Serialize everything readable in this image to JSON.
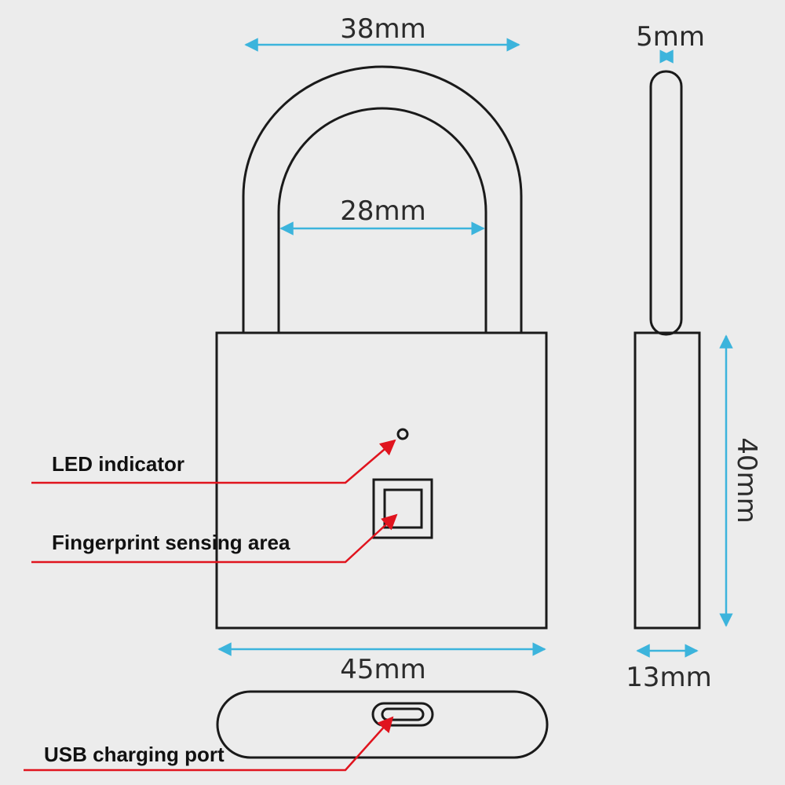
{
  "dimensions": {
    "shackle_outer_width": "38mm",
    "shackle_inner_width": "28mm",
    "shackle_thickness": "5mm",
    "body_height": "40mm",
    "body_width": "45mm",
    "body_depth": "13mm"
  },
  "callouts": {
    "led": "LED indicator",
    "fingerprint": "Fingerprint sensing area",
    "usb": "USB charging port"
  },
  "colors": {
    "dimension_arrow": "#3cb4dc",
    "callout_line": "#e0141e",
    "outline": "#1a1a1a",
    "background": "#ececec"
  }
}
